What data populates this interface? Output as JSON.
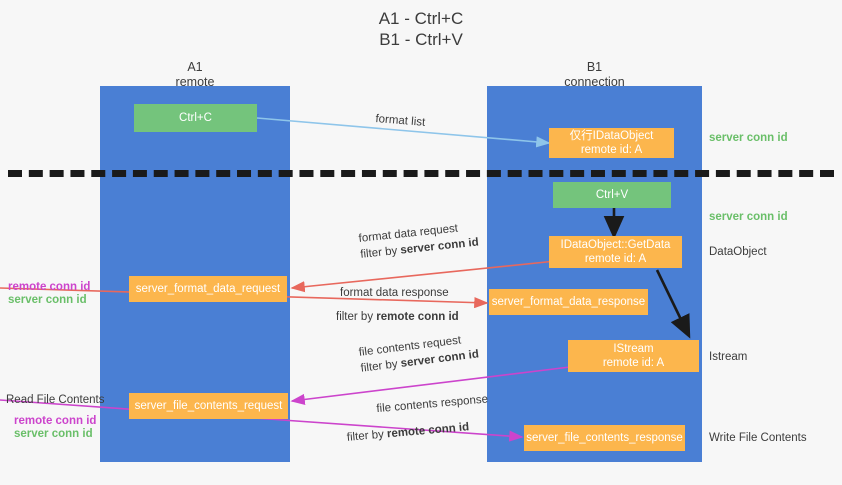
{
  "diagram": {
    "title_line1": "A1 - Ctrl+C",
    "title_line2": "B1 - Ctrl+V",
    "colors": {
      "lane": "#4a7fd4",
      "green_node": "#74c47c",
      "orange_node": "#fcb64d",
      "server_conn_id": "#6abf69",
      "remote_conn_id": "#cc44cc",
      "arrow_blue": "#8ec5ea",
      "arrow_red": "#e8685d",
      "arrow_magenta": "#cc44cc",
      "arrow_black": "#1a1a1a",
      "background": "#f7f7f7"
    },
    "columns": [
      {
        "name": "A1",
        "sub": "remote"
      },
      {
        "name": "B1",
        "sub": "connection"
      }
    ],
    "nodes": [
      {
        "id": "ctrl-c",
        "line1": "Ctrl+C",
        "line2": ""
      },
      {
        "id": "idataobject-remote",
        "line1": "仅行IDataObject",
        "line2": "remote id: A"
      },
      {
        "id": "ctrl-v",
        "line1": "Ctrl+V",
        "line2": ""
      },
      {
        "id": "idataobject-getdata",
        "line1": "IDataObject::GetData",
        "line2": "remote id: A"
      },
      {
        "id": "server-format-data-request",
        "line1": "server_format_data_request",
        "line2": ""
      },
      {
        "id": "server-format-data-response",
        "line1": "server_format_data_response",
        "line2": ""
      },
      {
        "id": "istream",
        "line1": "IStream",
        "line2": "remote id: A"
      },
      {
        "id": "server-file-contents-request",
        "line1": "server_file_contents_request",
        "line2": ""
      },
      {
        "id": "server-file-contents-response",
        "line1": "server_file_contents_response",
        "line2": ""
      }
    ],
    "edge_labels": {
      "format_list": "format list",
      "format_data_request": "format data request",
      "format_data_response": "format data response",
      "file_contents_request": "file contents request",
      "file_contents_response": "file contents response",
      "filter_by": "filter by ",
      "server_conn_id": "server conn id",
      "remote_conn_id": "remote conn id"
    },
    "right_labels": {
      "server_conn_id_top": "server conn id",
      "server_conn_id_mid": "server conn id",
      "data_object": "DataObject",
      "istream": "Istream",
      "write_file_contents": "Write File Contents"
    },
    "left_labels": {
      "remote_conn_id_1": "remote conn id",
      "server_conn_id_1": "server conn id",
      "read_file_contents": "Read File Contents",
      "remote_conn_id_2": "remote conn id",
      "server_conn_id_2": "server conn id"
    }
  }
}
